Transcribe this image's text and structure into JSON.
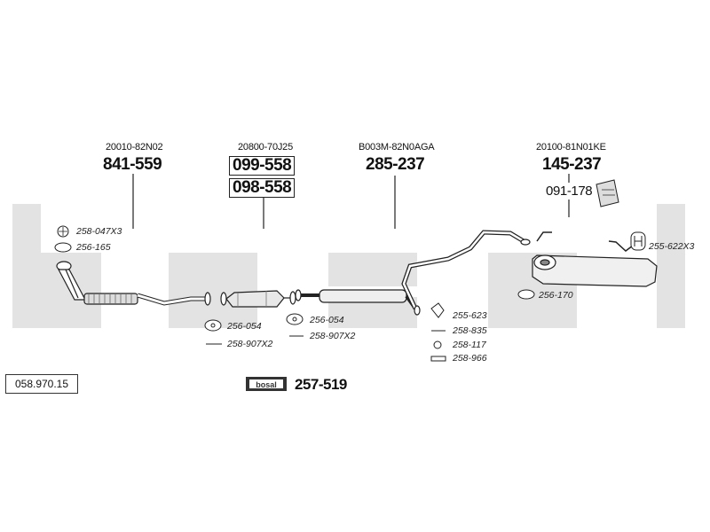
{
  "watermark": {
    "text": "bosal",
    "color": "#e3e3e3"
  },
  "catalog_number": "058.970.15",
  "sections": [
    {
      "oe": "20010-82N02",
      "parts": [
        "841-559"
      ]
    },
    {
      "oe": "20800-70J25",
      "parts": [
        "099-558",
        "098-558"
      ]
    },
    {
      "oe": "B003M-82N0AGA",
      "parts": [
        "285-237"
      ]
    },
    {
      "oe": "20100-81N01KE",
      "parts": [
        "145-237"
      ]
    }
  ],
  "extra_part": "091-178",
  "mounting_parts": {
    "front": [
      "258-047X3",
      "256-165"
    ],
    "cat_a": [
      "256-054",
      "258-907X2"
    ],
    "cat_b": [
      "256-054",
      "258-907X2"
    ],
    "mid": [
      "255-623",
      "258-835",
      "258-117",
      "258-966"
    ],
    "rear": [
      "256-170",
      "255-622X3"
    ]
  },
  "bosal_kit": {
    "badge": "bosal",
    "part": "257-519"
  },
  "icons": [
    "clamp-icon",
    "gasket-icon",
    "bolt-icon",
    "rubber-hanger-icon",
    "bracket-icon",
    "washer-icon",
    "h-clamp-icon",
    "bosal-badge-icon"
  ]
}
